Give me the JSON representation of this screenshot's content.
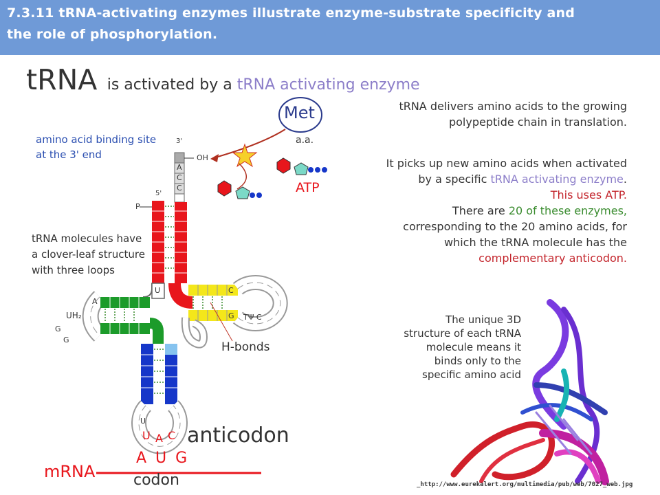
{
  "header": {
    "title_line1": "7.3.11 tRNA-activating enzymes illustrate enzyme-substrate specificity and",
    "title_line2": "the role of phosphorylation."
  },
  "heading": {
    "big": "tRNA",
    "rest_plain": "is activated by a",
    "rest_purple": "tRNA activating enzyme"
  },
  "left_labels": {
    "binding_site_1": "amino acid binding site",
    "binding_site_2": "at the 3' end",
    "clover_1": "tRNA molecules have",
    "clover_2": "a clover-leaf structure",
    "clover_3": "with three loops",
    "hbonds": "H-bonds",
    "anticodon": "anticodon",
    "mrna": "mRNA",
    "codon_letters": "A U G",
    "codon": "codon",
    "anticodon_letters": [
      "U",
      "A",
      "C"
    ]
  },
  "structure_labels": {
    "three_prime": "3'",
    "five_prime": "5'",
    "oh": "OH",
    "p": "P",
    "acc": [
      "A",
      "C",
      "C"
    ],
    "uh2": "UH₂",
    "loop_a": "A",
    "loop_g1": "G",
    "loop_g2": "G",
    "u_left": "U",
    "u_anti": "U",
    "c_top": "C",
    "g_bottom": "G",
    "t_psi_c": "TΨ C",
    "met": "Met",
    "aa": "a.a.",
    "atp": "ATP"
  },
  "right_text": {
    "p1_line1": "tRNA delivers amino acids to the growing",
    "p1_line2": "polypeptide chain in translation.",
    "p2_line1": "It picks up new amino acids when activated",
    "p2_line2_plain": "by a specific",
    "p2_line2_purple": "tRNA activating enzyme",
    "p2_line2_end": ".",
    "p2_line3": "This uses ATP.",
    "p2_line4_plain1": "There are",
    "p2_line4_green": "20 of these enzymes,",
    "p2_line5": "corresponding to the 20 amino acids, for",
    "p2_line6": "which the tRNA molecule has the",
    "p2_line7": "complementary anticodon."
  },
  "caption_3d": {
    "line1": "The unique 3D",
    "line2": "structure of each tRNA",
    "line3": "molecule means it",
    "line4": "binds only to the",
    "line5": "specific amino acid"
  },
  "source_url": "_http://www.eurekalert.org/multimedia/pub/web/7027_web.jpg",
  "colors": {
    "header_bg": "#6f9ad7",
    "red_stem": "#e8161c",
    "yellow_stem": "#f4e71a",
    "green_stem": "#1c9b2a",
    "blue_stem": "#1637c9",
    "light_blue": "#86c3ef",
    "purple_text": "#8c7ec9",
    "red_text": "#c3242b",
    "green_text": "#3a8c2f",
    "label_blue": "#2a4eb0"
  }
}
